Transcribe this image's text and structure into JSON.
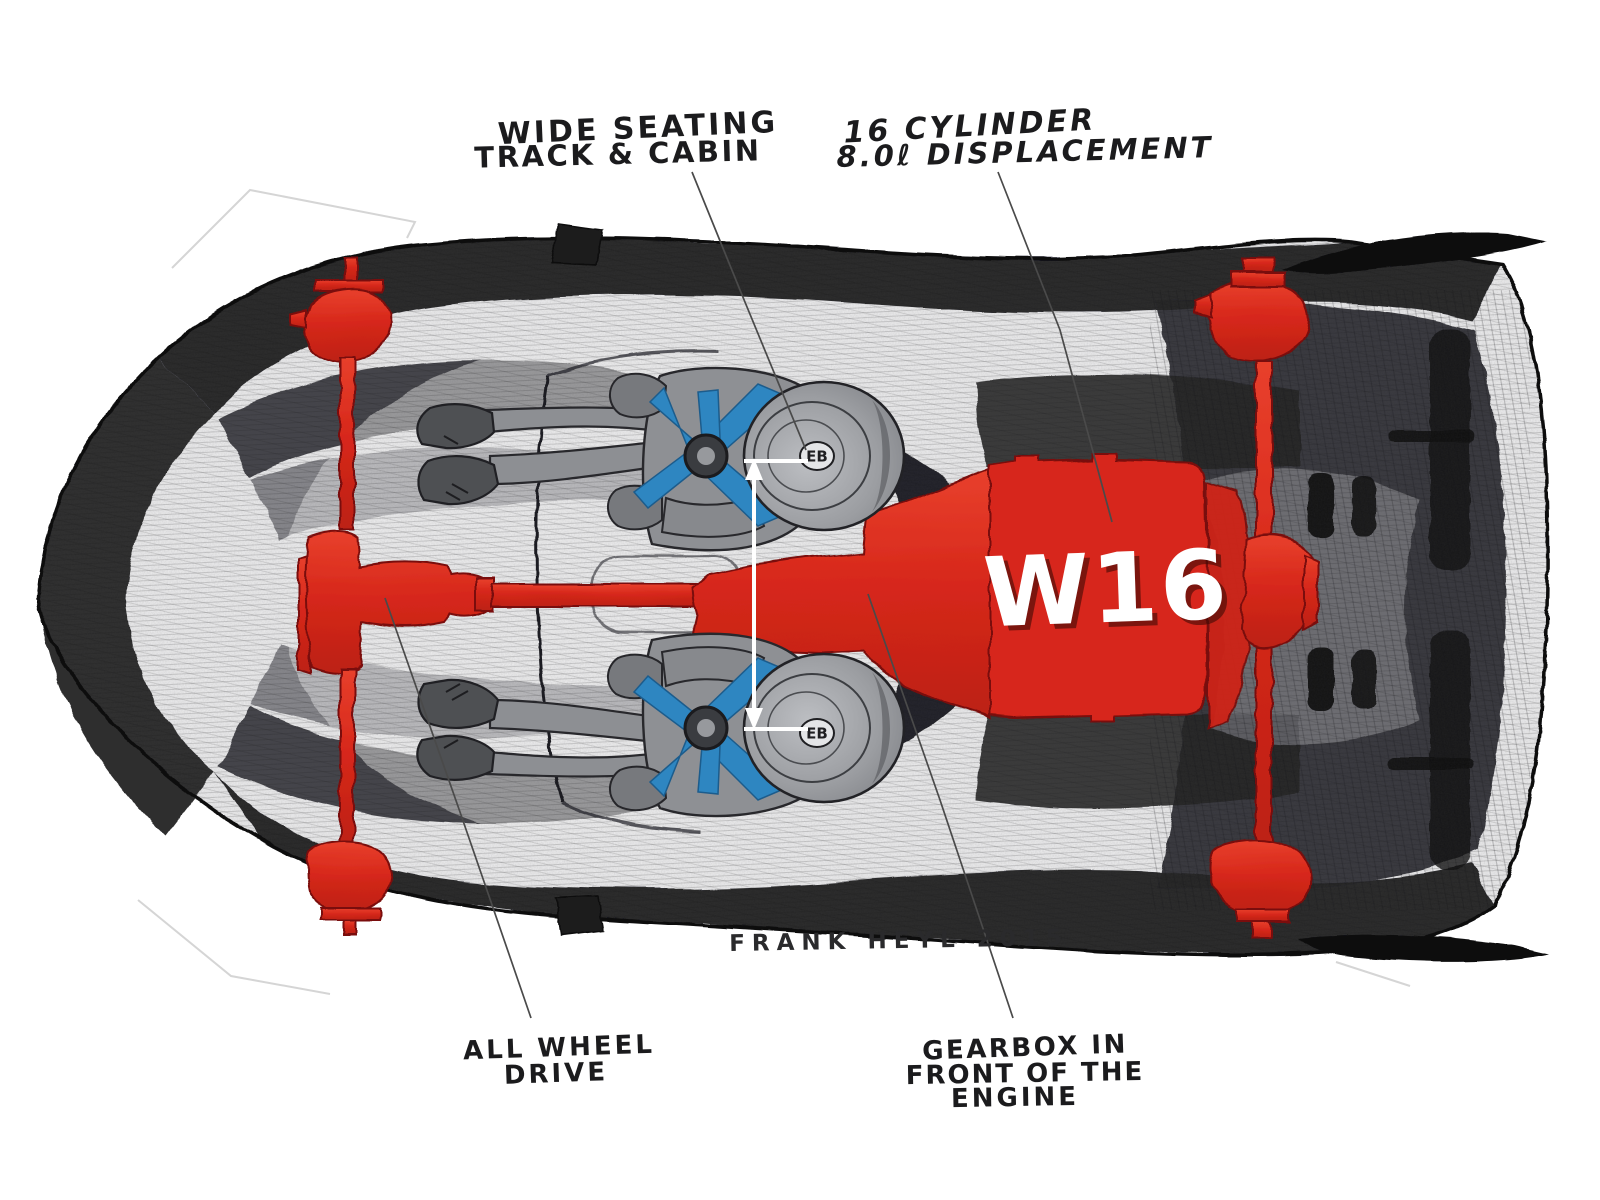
{
  "sketch": {
    "engine_label": "W16",
    "signature": "FRANK HEYL 2015",
    "helmet_logo": "EB",
    "annotations": {
      "seating": {
        "line1": "WIDE SEATING",
        "line2": "TRACK & CABIN"
      },
      "engine": {
        "line1": "16 CYLINDER",
        "line2": "8.0ℓ DISPLACEMENT"
      },
      "awd": {
        "line1": "ALL WHEEL",
        "line2": "DRIVE"
      },
      "gearbox": {
        "line1": "GEARBOX IN",
        "line2": "FRONT OF THE",
        "line3": "ENGINE"
      }
    },
    "colors": {
      "drivetrain_red": "#d7281b",
      "drivetrain_red_dark": "#b51e12",
      "harness_blue": "#2e86c1",
      "sketch_dark": "#141416",
      "background": "#ffffff"
    }
  }
}
